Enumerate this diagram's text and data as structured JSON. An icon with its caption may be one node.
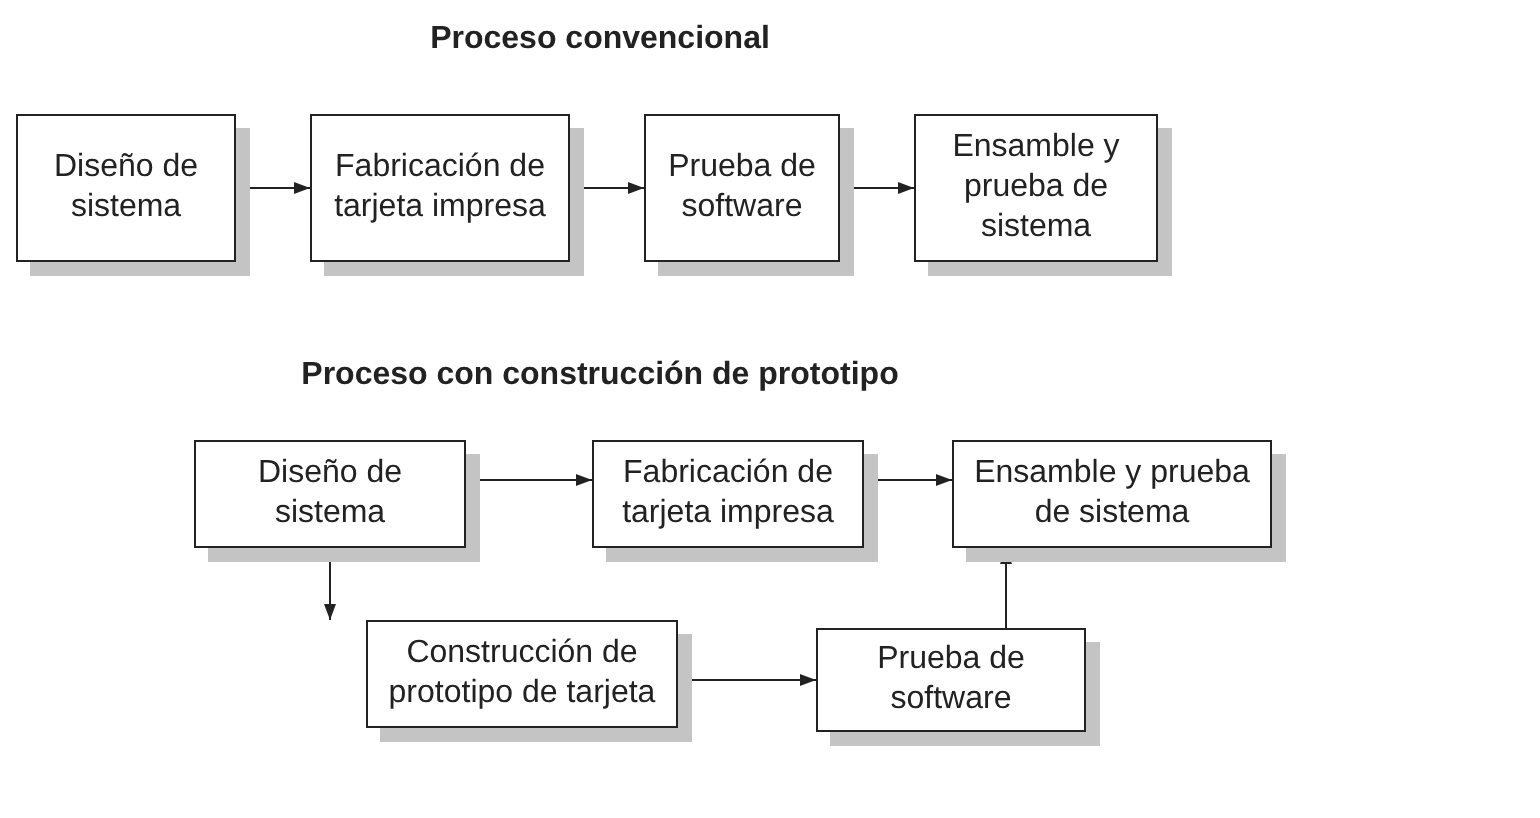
{
  "diagram": {
    "nodes": [
      {
        "text": [
          "Diseño de sistema"
        ]
      },
      {
        "text": [
          "Fabricación de tarjeta impresa"
        ]
      },
      {
        "text": [
          "Prueba de software"
        ]
      },
      {
        "text": [
          "Ensamble y prueba de sistema"
        ]
      },
      {
        "text": [
          "Diseño de sistema"
        ]
      },
      {
        "text": [
          "Fabricación de tarjeta impresa"
        ]
      },
      {
        "text": [
          "Ensamble y prueba de sistema"
        ]
      },
      {
        "text": [
          "Construcción de prototipo de tarjeta"
        ]
      },
      {
        "text": [
          "Prueba de software"
        ]
      }
    ],
    "edges": [
      {
        "from": 0,
        "to": 1,
        "arrow": "to"
      },
      {
        "from": 1,
        "to": 2,
        "arrow": "to"
      },
      {
        "from": 2,
        "to": 3,
        "arrow": "to"
      },
      {
        "from": 4,
        "to": 5,
        "arrow": "to"
      },
      {
        "from": 5,
        "to": 6,
        "arrow": "to"
      },
      {
        "from": 4,
        "to": 7,
        "arrow": "to"
      },
      {
        "from": 7,
        "to": 8,
        "arrow": "to"
      },
      {
        "from": 8,
        "to": 6,
        "arrow": "to"
      }
    ],
    "labels": [
      "Proceso convencional",
      "Proceso con construcción de prototipo"
    ]
  }
}
